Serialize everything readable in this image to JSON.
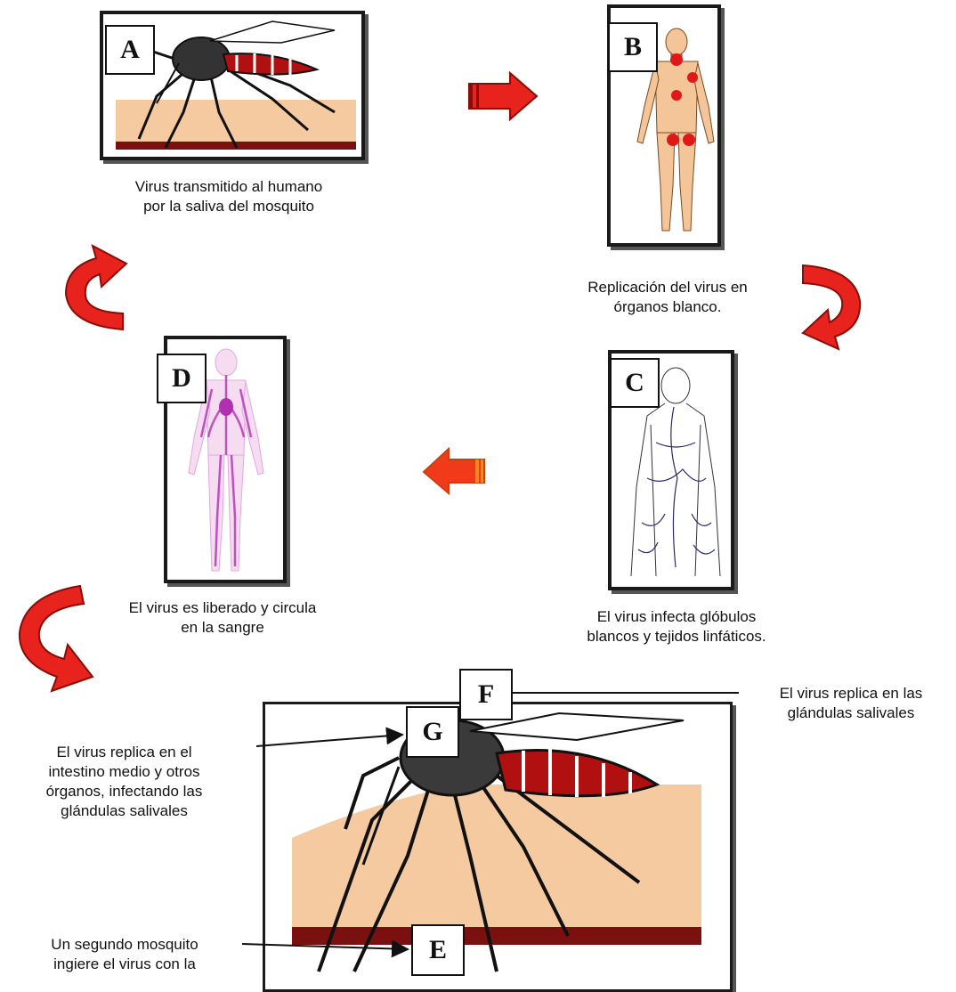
{
  "letters": {
    "a": "A",
    "b": "B",
    "c": "C",
    "d": "D",
    "e": "E",
    "f": "F",
    "g": "G"
  },
  "captions": {
    "a1": "Virus transmitido al humano",
    "a2": "por la saliva del mosquito",
    "b1": "Replicación del virus en",
    "b2": "órganos blanco.",
    "c1": "El virus infecta glóbulos",
    "c2": "blancos y tejidos linfáticos.",
    "d1": "El virus es liberado y circula",
    "d2": "en la sangre",
    "g1": "El virus replica en el",
    "g2": "intestino medio y otros",
    "g3": "órganos, infectando las",
    "g4": "glándulas salivales",
    "f1": "El virus replica en las",
    "f2": "glándulas salivales",
    "e1": "Un segundo mosquito",
    "e2": "ingiere el virus con la"
  },
  "colors": {
    "arrow_red": "#e8221c",
    "arrow_dark": "#8a0c08",
    "skin": "#f5caa0",
    "ground": "#7a1010",
    "body_pink": "#d07ad0",
    "dot_red": "#e01818"
  }
}
